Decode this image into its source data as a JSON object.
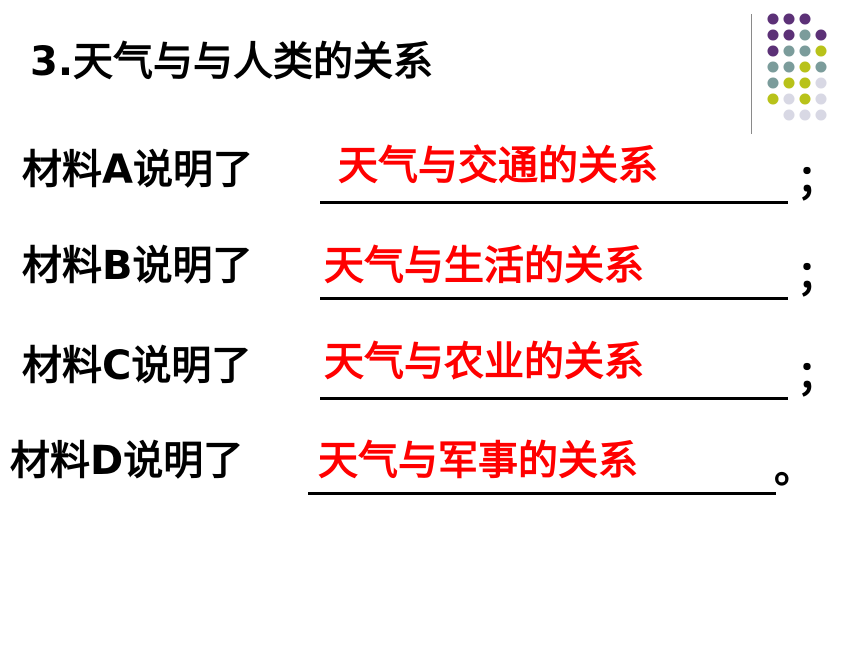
{
  "title": "3.天气与与人类的关系",
  "decoration": {
    "dot_colors": [
      "#5c3177",
      "#7b9c9b",
      "#b8c21a",
      "#d8d8e4"
    ]
  },
  "items": [
    {
      "label": "材料A说明了",
      "answer": "天气与交通的关系",
      "end": "；"
    },
    {
      "label": "材料B说明了",
      "answer": "天气与生活的关系",
      "end": "；"
    },
    {
      "label": "材料C说明了",
      "answer": "天气与农业的关系",
      "end": "；"
    },
    {
      "label": "材料D说明了",
      "answer": "天气与军事的关系",
      "end": "。"
    }
  ]
}
